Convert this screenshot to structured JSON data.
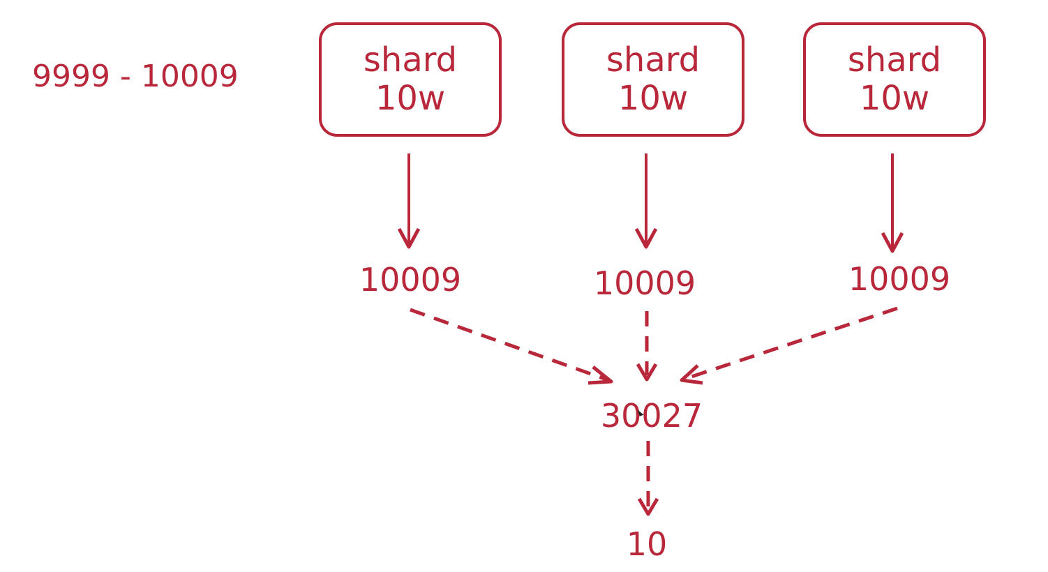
{
  "range_label": "9999 - 10009",
  "shards": [
    {
      "title": "shard",
      "size": "10w"
    },
    {
      "title": "shard",
      "size": "10w"
    },
    {
      "title": "shard",
      "size": "10w"
    }
  ],
  "shard_results": [
    "10009",
    "10009",
    "10009"
  ],
  "merged_total": "30027",
  "final_result": "10",
  "colors": {
    "accent": "#b8283a",
    "background": "#ffffff"
  }
}
